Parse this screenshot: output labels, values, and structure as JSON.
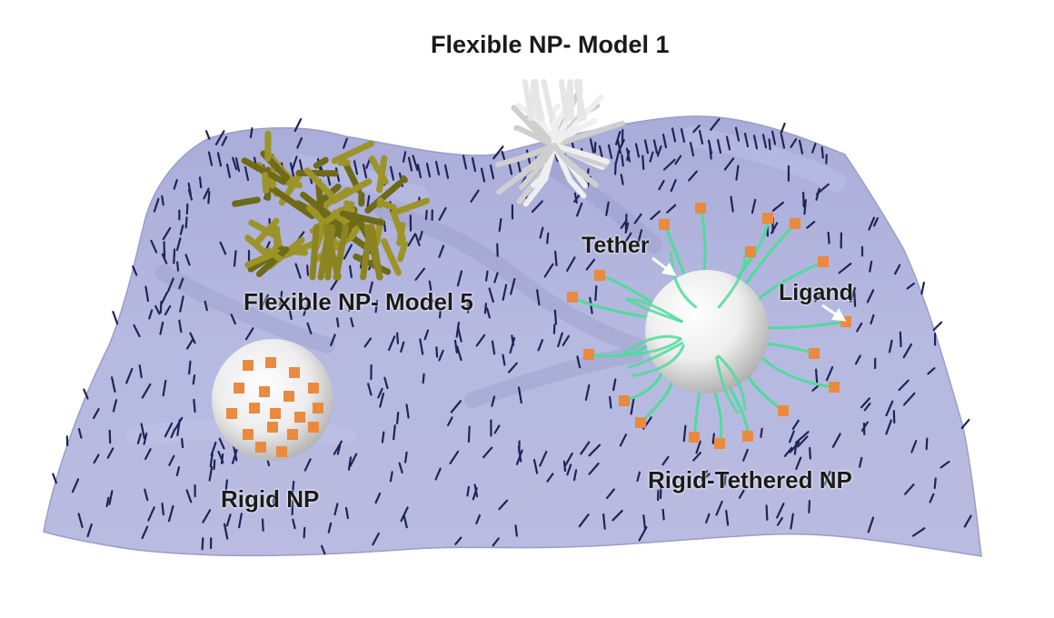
{
  "labels": {
    "flexible_model_1": "Flexible NP- Model 1",
    "flexible_model_5": "Flexible NP- Model 5",
    "tether": "Tether",
    "ligand": "Ligand",
    "rigid_np": "Rigid NP",
    "rigid_tethered_np": "Rigid-Tethered NP"
  },
  "colors": {
    "membrane": "#b3b6de",
    "membrane_shadow": "#9598c8",
    "lipid_tick": "#1e2457",
    "flexible_model_5": "#8c8420",
    "flexible_model_1": "#d8d8d8",
    "ligand_bead": "#e98a3f",
    "tether": "#4fdc9a",
    "sphere": "#f4f4f4",
    "arrow": "#ffffff"
  }
}
